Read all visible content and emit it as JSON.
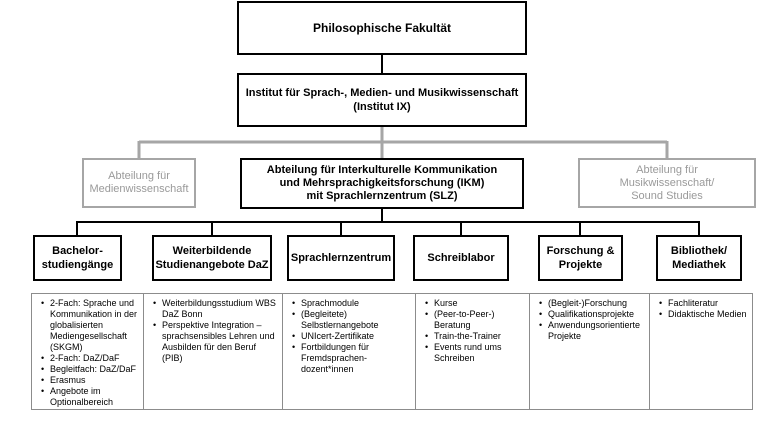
{
  "top": {
    "fakultaet": "Philosophische Fakultät",
    "institut_line1": "Institut für Sprach-, Medien- und Musikwissenschaft",
    "institut_line2": "(Institut IX)"
  },
  "abteilungen": {
    "left_line1": "Abteilung für",
    "left_line2": "Medienwissenschaft",
    "center_line1": "Abteilung für Interkulturelle Kommunikation",
    "center_line2": "und Mehrsprachigkeitsforschung (IKM)",
    "center_line3": "mit Sprachlernzentrum (SLZ)",
    "right_line1": "Abteilung für",
    "right_line2": "Musikwissenschaft/",
    "right_line3": "Sound Studies"
  },
  "bereiche": [
    {
      "title_line1": "Bachelor-",
      "title_line2": "studiengänge",
      "items": [
        "2-Fach: Sprache und Kommunikation in der globalisierten Mediengesellschaft (SKGM)",
        "2-Fach: DaZ/DaF",
        "Begleitfach: DaZ/DaF",
        "Erasmus",
        "Angebote im Optionalbereich"
      ]
    },
    {
      "title_line1": "Weiterbildende",
      "title_line2": "Studienangebote DaZ",
      "items": [
        "Weiterbildungsstudium WBS DaZ Bonn",
        "Perspektive Integration – sprachsensibles Lehren und Ausbilden für den Beruf (PIB)"
      ]
    },
    {
      "title_line1": "Sprachlernzentrum",
      "title_line2": "",
      "items": [
        "Sprachmodule",
        "(Begleitete) Selbstlernangebote",
        "UNIcert-Zertifikate",
        "Fortbildungen für Fremdsprachen-dozent*innen"
      ]
    },
    {
      "title_line1": "Schreiblabor",
      "title_line2": "",
      "items": [
        "Kurse",
        "(Peer-to-Peer-) Beratung",
        "Train-the-Trainer",
        "Events rund ums Schreiben"
      ]
    },
    {
      "title_line1": "Forschung &",
      "title_line2": "Projekte",
      "items": [
        "(Begleit-)Forschung",
        "Qualifikationsprojekte",
        "Anwendungsorientierte Projekte"
      ]
    },
    {
      "title_line1": "Bibliothek/",
      "title_line2": "Mediathek",
      "items": [
        "Fachliteratur",
        "Didaktische Medien"
      ]
    }
  ],
  "colors": {
    "main_border": "#000000",
    "muted_border": "#a6a6a6",
    "muted_text": "#9a9a9a"
  }
}
